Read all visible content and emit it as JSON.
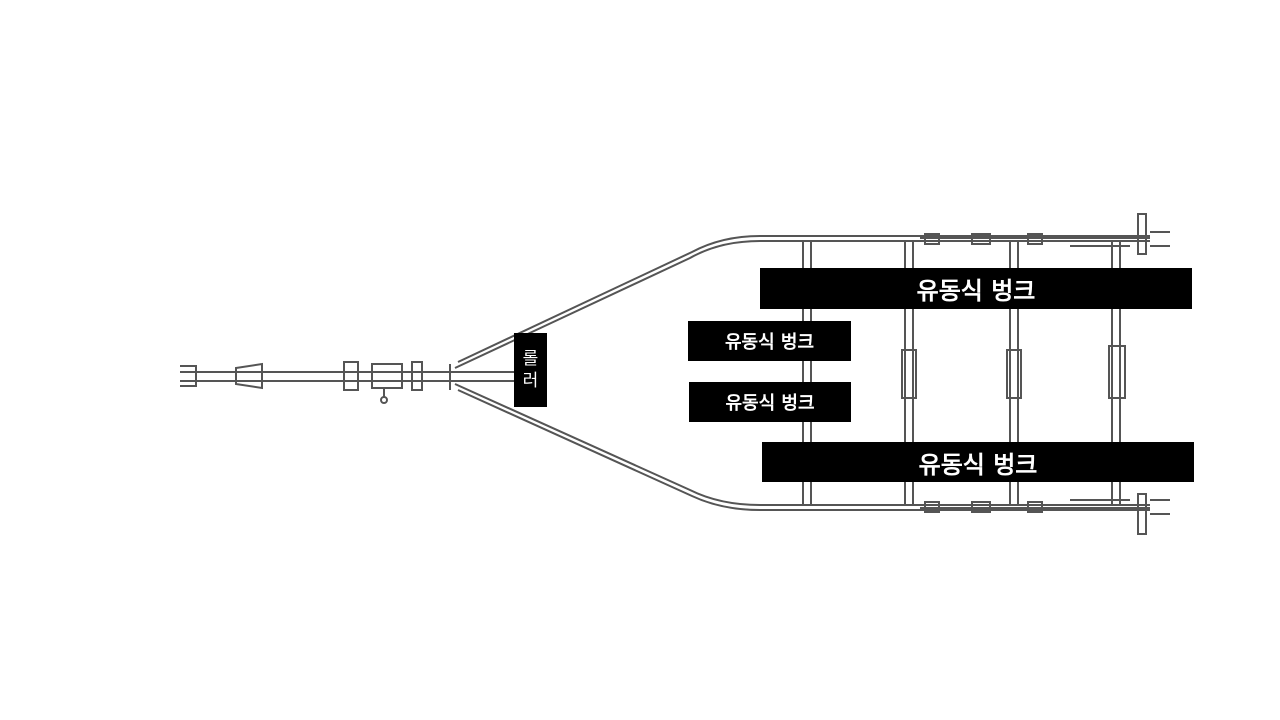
{
  "labels": {
    "roller": [
      "롤",
      "러"
    ],
    "bunk_top_long": "유동식 벙크",
    "bunk_upper_short": "유동식 벙크",
    "bunk_lower_short": "유동식 벙크",
    "bunk_bottom_long": "유동식 벙크"
  },
  "colors": {
    "frame": "#555555",
    "label_bg": "#000000",
    "label_text": "#ffffff"
  }
}
